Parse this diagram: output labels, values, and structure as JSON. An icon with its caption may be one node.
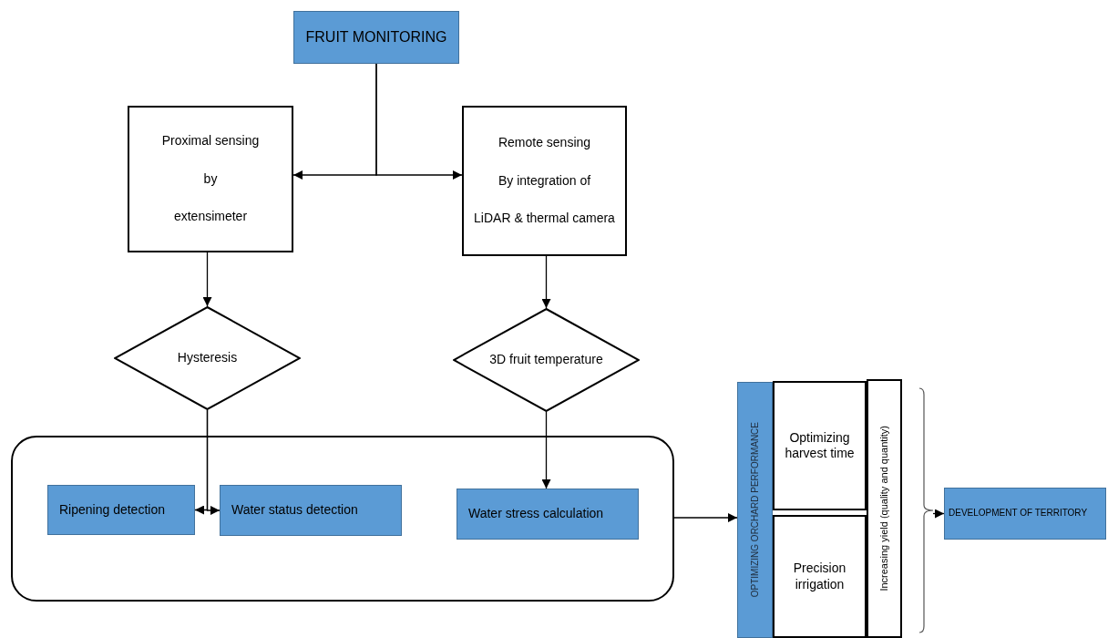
{
  "diagram": {
    "nodes": [
      {
        "text": [
          "FRUIT MONITORING"
        ]
      },
      {
        "text": [
          "Proximal sensing",
          "by",
          "extensimeter"
        ]
      },
      {
        "text": [
          "Remote sensing",
          "By integration of",
          "LiDAR & thermal camera"
        ]
      },
      {
        "text": [
          "Hysteresis"
        ]
      },
      {
        "text": [
          "3D fruit temperature"
        ]
      },
      {
        "text": [],
        "shape": "box"
      },
      {
        "text": [
          "Ripening detection"
        ],
        "in": 5
      },
      {
        "text": [
          "Water status detection"
        ],
        "in": 5
      },
      {
        "text": [
          "Water stress calculation"
        ],
        "in": 5
      },
      {
        "text": [
          "OPTIMIZING ORCHARD PERFORMANCE"
        ]
      },
      {
        "text": [
          "Optimizing harvest time"
        ]
      },
      {
        "text": [
          "Precision irrigation"
        ]
      },
      {
        "text": [
          "Increasing yield (quality and quantity)"
        ]
      },
      {
        "text": [
          "DEVELOPMENT OF TERRITORY"
        ]
      },
      {
        "text": [],
        "shape": "bracket"
      }
    ],
    "edges": [
      {
        "from": 0,
        "to": 1,
        "arrow": "to"
      },
      {
        "from": 0,
        "to": 2,
        "arrow": "to"
      },
      {
        "from": 1,
        "to": 3,
        "arrow": "to"
      },
      {
        "from": 2,
        "to": 4,
        "arrow": "to"
      },
      {
        "from": 3,
        "to": 6,
        "arrow": "to"
      },
      {
        "from": 3,
        "to": 7,
        "arrow": "to"
      },
      {
        "from": 4,
        "to": 8,
        "arrow": "to"
      },
      {
        "from": 5,
        "to": 9,
        "arrow": "to"
      },
      {
        "from": 14,
        "to": 13,
        "arrow": "to"
      }
    ]
  }
}
